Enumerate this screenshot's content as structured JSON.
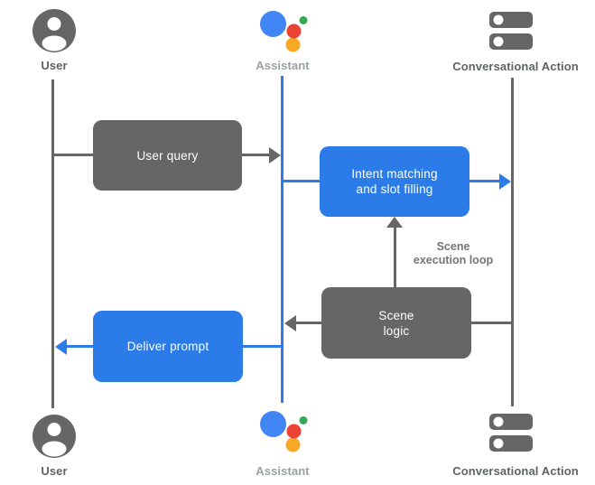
{
  "colors": {
    "gray": "#666666",
    "blue": "#2b7ce9",
    "label-dark": "#5f6368",
    "label-light": "#9aa0a6",
    "loop-label": "#757575",
    "assistant-blue": "#4285f4",
    "assistant-red": "#ea4335",
    "assistant-green": "#34a853",
    "assistant-yellow": "#f9a825"
  },
  "actors": {
    "user": {
      "label": "User"
    },
    "assistant": {
      "label": "Assistant"
    },
    "conversational_action": {
      "label": "Conversational Action"
    }
  },
  "boxes": {
    "user_query": {
      "label": "User query"
    },
    "intent_matching": {
      "line1": "Intent matching",
      "line2": "and slot filling"
    },
    "scene_logic": {
      "line1": "Scene",
      "line2": "logic"
    },
    "deliver_prompt": {
      "label": "Deliver prompt"
    }
  },
  "annotations": {
    "scene_execution_loop": {
      "line1": "Scene",
      "line2": "execution loop"
    }
  }
}
